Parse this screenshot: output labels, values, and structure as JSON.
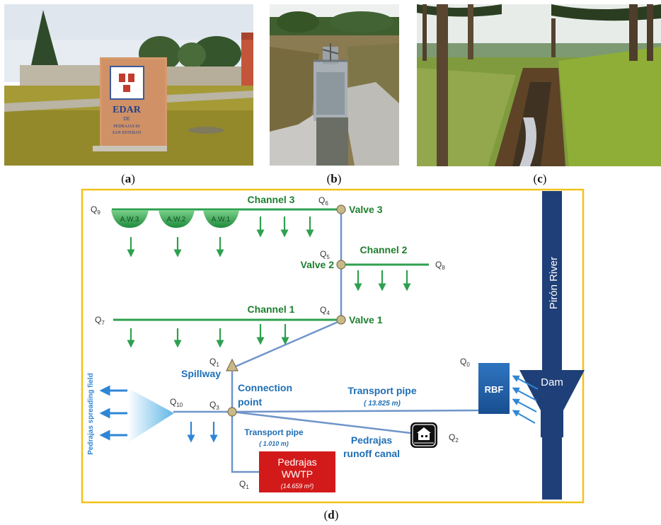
{
  "captions": {
    "a": [
      "(",
      "a",
      ")"
    ],
    "b": [
      "(",
      "b",
      ")"
    ],
    "c": [
      "(",
      "c",
      ")"
    ],
    "d": [
      "(",
      "d",
      ")"
    ]
  },
  "photo_a": {
    "sign_line1": "EDAR",
    "sign_line2": "DE",
    "sign_line3": "PEDRAJAS Dr",
    "sign_line4": "SAN ESTEBAN"
  },
  "diagram": {
    "river": "Pirón River",
    "dam": "Dam",
    "rbf": "RBF",
    "channel1": "Channel 1",
    "channel2": "Channel 2",
    "channel3": "Channel 3",
    "valve1": "Valve 1",
    "valve2": "Valve 2",
    "valve3": "Valve 3",
    "aw1": "A.W.1",
    "aw2": "A.W.2",
    "aw3": "A.W.3",
    "spillway": "Spillway",
    "connection_line1": "Connection",
    "connection_line2": "point",
    "transport_pipe_upper": "Transport pipe",
    "transport_pipe_upper_len": "( 13.825 m)",
    "transport_pipe_lower": "Transport pipe",
    "transport_pipe_lower_len": "( 1.010 m)",
    "runoff_line1": "Pedrajas",
    "runoff_line2": "runoff canal",
    "wwtp_line1": "Pedrajas",
    "wwtp_line2": "WWTP",
    "wwtp_area": "(14.659 m²)",
    "spreading_field": "Pedrajas spreading field",
    "q_labels": {
      "q0": [
        "Q",
        "0"
      ],
      "q1_top": [
        "Q",
        "1"
      ],
      "q1_bottom": [
        "Q",
        "1"
      ],
      "q2": [
        "Q",
        "2"
      ],
      "q3": [
        "Q",
        "3"
      ],
      "q4": [
        "Q",
        "4"
      ],
      "q5": [
        "Q",
        "5"
      ],
      "q6": [
        "Q",
        "6"
      ],
      "q7": [
        "Q",
        "7"
      ],
      "q8": [
        "Q",
        "8"
      ],
      "q9": [
        "Q",
        "9"
      ],
      "q10": [
        "Q",
        "10"
      ]
    },
    "colors": {
      "border": "#f2c21b",
      "river": "#1f3f78",
      "pipe": "#6f95c9",
      "channel": "#2ea04f",
      "channel_text": "#1e7f2e",
      "blue_text": "#1f6fb5",
      "arrow_blue": "#2f86d6",
      "wwtp": "#d31a1a",
      "node": "#c8b98a"
    }
  }
}
